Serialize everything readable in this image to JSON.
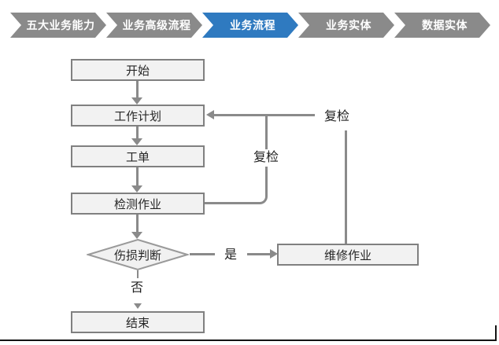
{
  "banner": {
    "items": [
      {
        "label": "五大业务能力",
        "active": false
      },
      {
        "label": "业务高级流程",
        "active": false
      },
      {
        "label": "业务流程",
        "active": true
      },
      {
        "label": "业务实体",
        "active": false
      },
      {
        "label": "数据实体",
        "active": false
      }
    ],
    "colors": {
      "inactive": "#8a8a8a",
      "active": "#2f7ac0",
      "text": "#ffffff"
    }
  },
  "flowchart": {
    "nodes": {
      "start": "开始",
      "work_plan": "工作计划",
      "work_order": "工单",
      "inspection": "检测作业",
      "damage_decision": "伤损判断",
      "repair": "维修作业",
      "end": "结束"
    },
    "labels": {
      "yes": "是",
      "no": "否",
      "recheck_inner": "复检",
      "recheck_outer": "复检"
    },
    "colors": {
      "node_fill": "#f2f2f2",
      "node_border": "#808080",
      "connector": "#8a8a8a",
      "text": "#262626"
    }
  }
}
